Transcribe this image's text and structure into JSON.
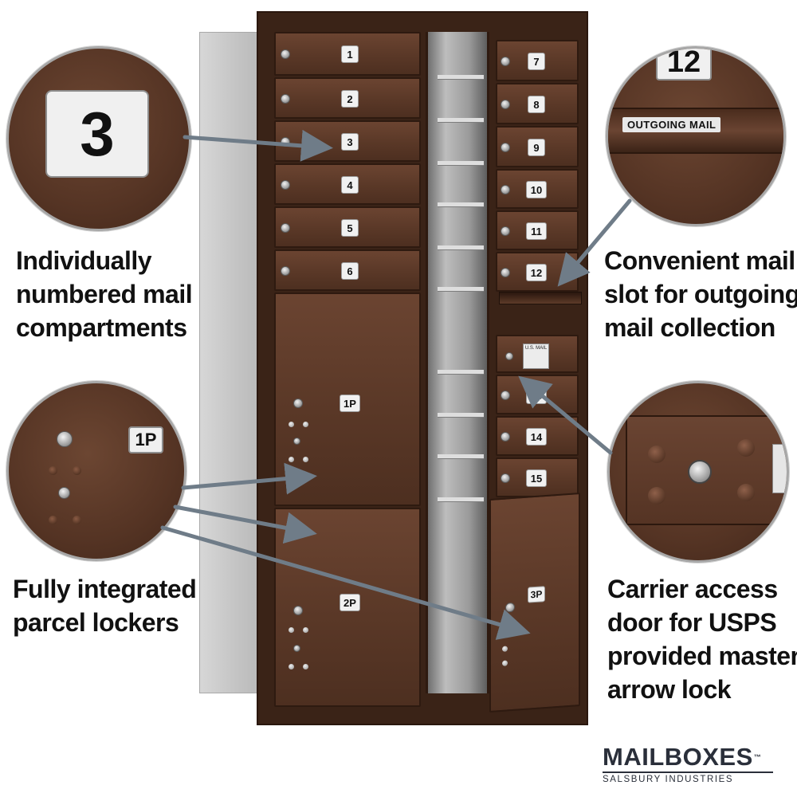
{
  "captions": {
    "compartments": [
      "Individually",
      "numbered mail",
      "compartments"
    ],
    "outgoing": [
      "Convenient mail",
      "slot for outgoing",
      "mail collection"
    ],
    "parcel": [
      "Fully integrated",
      "parcel lockers"
    ],
    "carrier": [
      "Carrier access",
      "door for USPS",
      "provided master",
      "arrow lock"
    ]
  },
  "callouts": {
    "compartment_number": "3",
    "outgoing_number": "12",
    "outgoing_label": "OUTGOING MAIL",
    "parcel_number": "1P"
  },
  "mailbox": {
    "compartments_left": [
      "1",
      "2",
      "3",
      "4",
      "5",
      "6"
    ],
    "compartments_right": [
      "7",
      "8",
      "9",
      "10",
      "11",
      "12"
    ],
    "compartments_lower_right": [
      "13",
      "14",
      "15"
    ],
    "parcel_lockers": [
      "1P",
      "2P",
      "3P"
    ],
    "usps_label": "U.S. MAIL"
  },
  "logo": {
    "name": "MAILBOXES",
    "trademark": "™",
    "tagline": "SALSBURY INDUSTRIES"
  },
  "colors": {
    "bronze": "#5a3827",
    "arrow": "#6f7c88"
  }
}
